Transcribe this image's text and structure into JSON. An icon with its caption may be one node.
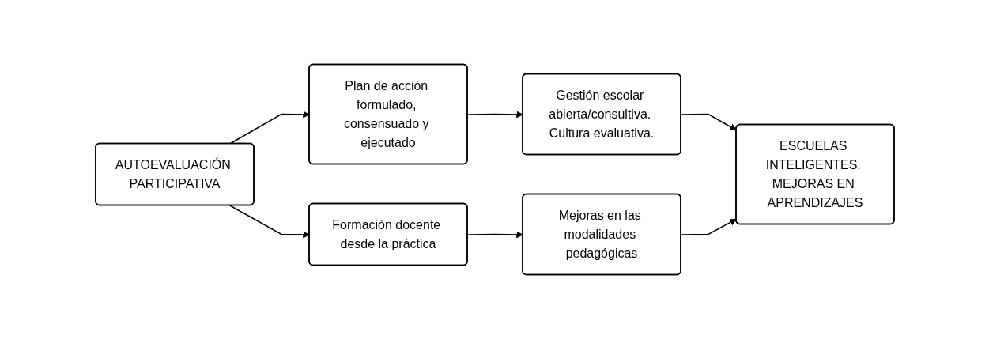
{
  "diagram": {
    "nodes": [
      {
        "text": [
          "AUTOEVALUACIÓN PARTICIPATIVA"
        ]
      },
      {
        "text": [
          "Plan de acción formulado, consensuado y ejecutado"
        ]
      },
      {
        "text": [
          "Gestión escolar abierta/consultiva. Cultura evaluativa."
        ]
      },
      {
        "text": [
          "Formación docente desde la práctica"
        ]
      },
      {
        "text": [
          "Mejoras en las modalidades pedagógicas"
        ]
      },
      {
        "text": [
          "ESCUELAS INTELIGENTES. MEJORAS EN APRENDIZAJES"
        ]
      }
    ],
    "edges": [
      {
        "from": 0,
        "to": 1,
        "arrow": "to"
      },
      {
        "from": 1,
        "to": 2,
        "arrow": "to"
      },
      {
        "from": 2,
        "to": 5,
        "arrow": "to"
      },
      {
        "from": 0,
        "to": 3,
        "arrow": "to"
      },
      {
        "from": 3,
        "to": 4,
        "arrow": "to"
      },
      {
        "from": 4,
        "to": 5,
        "arrow": "to"
      }
    ]
  }
}
